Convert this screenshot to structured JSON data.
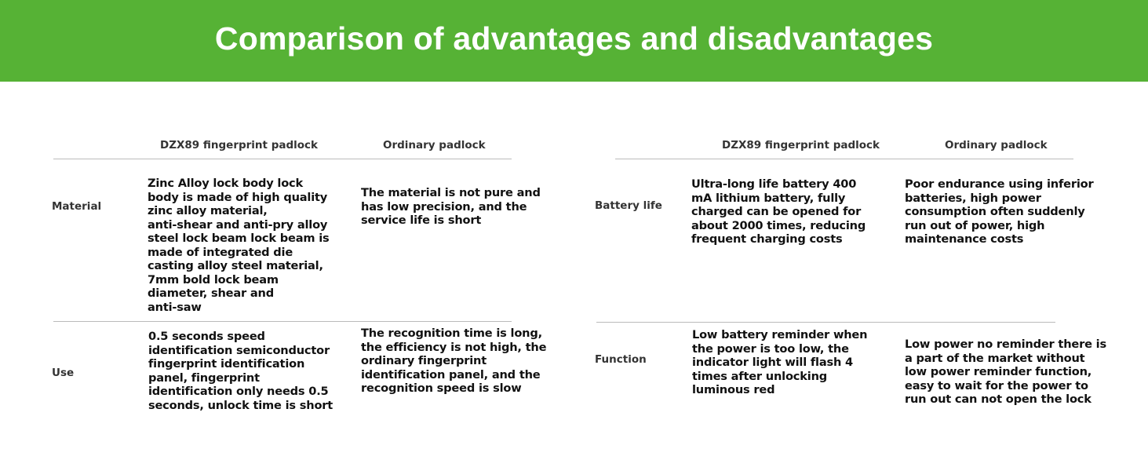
{
  "title": "Comparison of advantages and disadvantages",
  "left_table": {
    "columns": [
      "DZX89 fingerprint padlock",
      "Ordinary padlock"
    ],
    "rows": [
      {
        "label": "Material",
        "dzx89": "Zinc Alloy lock body lock\nbody is made of high quality\nzinc alloy material,\nanti-shear and anti-pry alloy\nsteel lock beam lock beam is\nmade of integrated die\ncasting alloy steel material,\n7mm bold lock beam\ndiameter, shear and\nanti-saw",
        "ordinary": "The material is not pure and\nhas low precision, and the\nservice life is short"
      },
      {
        "label": "Use",
        "dzx89": "0.5 seconds speed\nidentification semiconductor\nfingerprint identification\npanel, fingerprint\nidentification only needs 0.5\nseconds, unlock time is short",
        "ordinary": "The recognition time is long,\nthe efficiency is not high, the\nordinary fingerprint\nidentification panel, and the\nrecognition speed is slow"
      }
    ]
  },
  "right_table": {
    "columns": [
      "DZX89 fingerprint padlock",
      "Ordinary padlock"
    ],
    "rows": [
      {
        "label": "Battery life",
        "dzx89": "Ultra-long life battery 400\nmA lithium battery, fully\ncharged can be opened for\nabout 2000 times, reducing\nfrequent charging costs",
        "ordinary": "Poor endurance using inferior\nbatteries, high power\nconsumption often suddenly\nrun out of power, high\nmaintenance costs"
      },
      {
        "label": "Function",
        "dzx89": "Low battery reminder when\nthe power is too low, the\nindicator light will flash 4\ntimes after unlocking\nluminous red",
        "ordinary": "Low power no reminder there is\na part of the market without\nlow power reminder function,\neasy to wait for the power to\nrun out can not open the lock"
      }
    ]
  },
  "colors": {
    "banner": "#56b235"
  }
}
